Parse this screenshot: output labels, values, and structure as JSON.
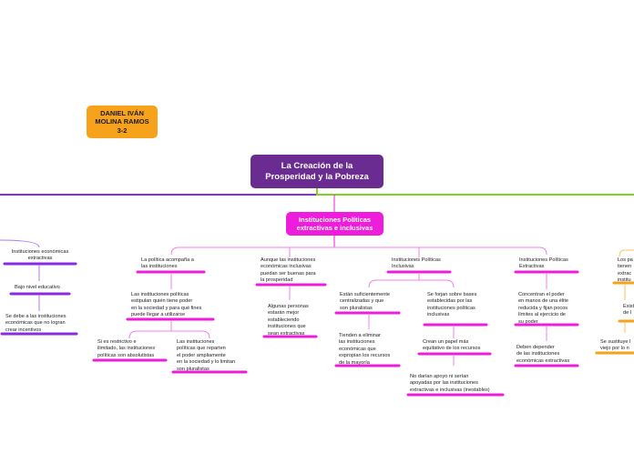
{
  "author": "DANIEL IVÁN\nMOLINA RAMOS\n3-2",
  "central": "La Creación de la\nProsperidad y la Pobreza",
  "main_branch": "Instituciones Políticas\nextractivas e inclusivas",
  "colors": {
    "central": "#6a2c91",
    "author": "#f7a21b",
    "magenta": "#ee1ddc",
    "purple_line": "#8a2be2",
    "green_line": "#7ed321",
    "orange": "#f7a21b"
  },
  "left_branch": {
    "n1": "Instituciones económicas\nextractivas",
    "n2": "Bajo nivel educativo",
    "n3": "Se debe a las instituciones\neconómicas que no logran\ncrear incentivos"
  },
  "right_branch": {
    "n1": "Los pa\ntienen\nextrac\ninstitu",
    "n2": "Exist\nde l",
    "n3": "Se sustituye l\nviejo por lo n"
  },
  "col1": {
    "head": "La política acompaña a\nlas instituciones",
    "a": "Las instituciones políticas\nestipulan quién tiene poder\nen la sociedad y para qué fines\npuede llegar a utilizarse",
    "b": "Si es restrictivo e\nilimitado, las instituciones\npolíticas son absolutistas",
    "c": "Las instituciones\npolíticas que reparten\nel poder ampliamente\nen la sociedad y lo limitan\nson pluralistas"
  },
  "col2": {
    "head": "Aunque las instituciones\neconómicas inclusivas\npuedan ser buenas para\nla prosperidad",
    "a": "Algunas personas\nestarán mejor\nestableciendo\ninstituciones que\nsean extractivas"
  },
  "col3": {
    "head": "Instituciones Políticas\nInclusivas",
    "a": "Están suficientemente\ncentralizadas y que\nson pluralistas",
    "b": "Tienden a eliminar\nlas instituciones\neconómicas que\nexpropian los recursos\nde la mayoría",
    "c": "Se forjan sobre bases\nestablecidas por las\ninstituciones políticas\ninclusivas",
    "d": "Crean un papel más\nequitativo de los recursos",
    "e": "No darían apoyo ni serían\napoyadas por las instituciones\nextractivas e inclusivas (inestables)"
  },
  "col4": {
    "head": "Instituciones Políticas\nExtractivas",
    "a": "Concentran el poder\nen manos de una élite\nreducida y fijan pocos\nlímites al ejercicio de\nsu poder",
    "b": "Deben depender\nde las instituciones\neconómicas extractivas"
  }
}
